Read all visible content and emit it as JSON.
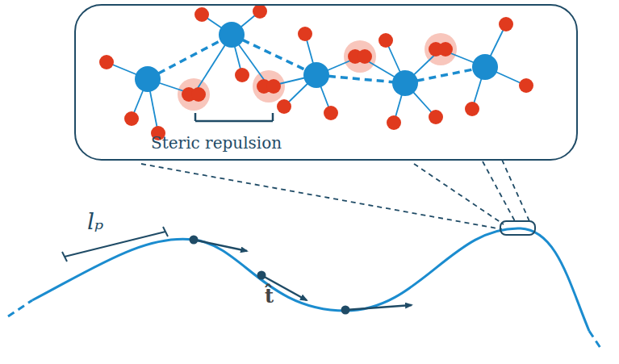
{
  "diagram": {
    "nodes": [
      {
        "text": [
          "Steric repulsion"
        ]
      }
    ],
    "labels": [
      "lₚ",
      "t̂"
    ]
  }
}
